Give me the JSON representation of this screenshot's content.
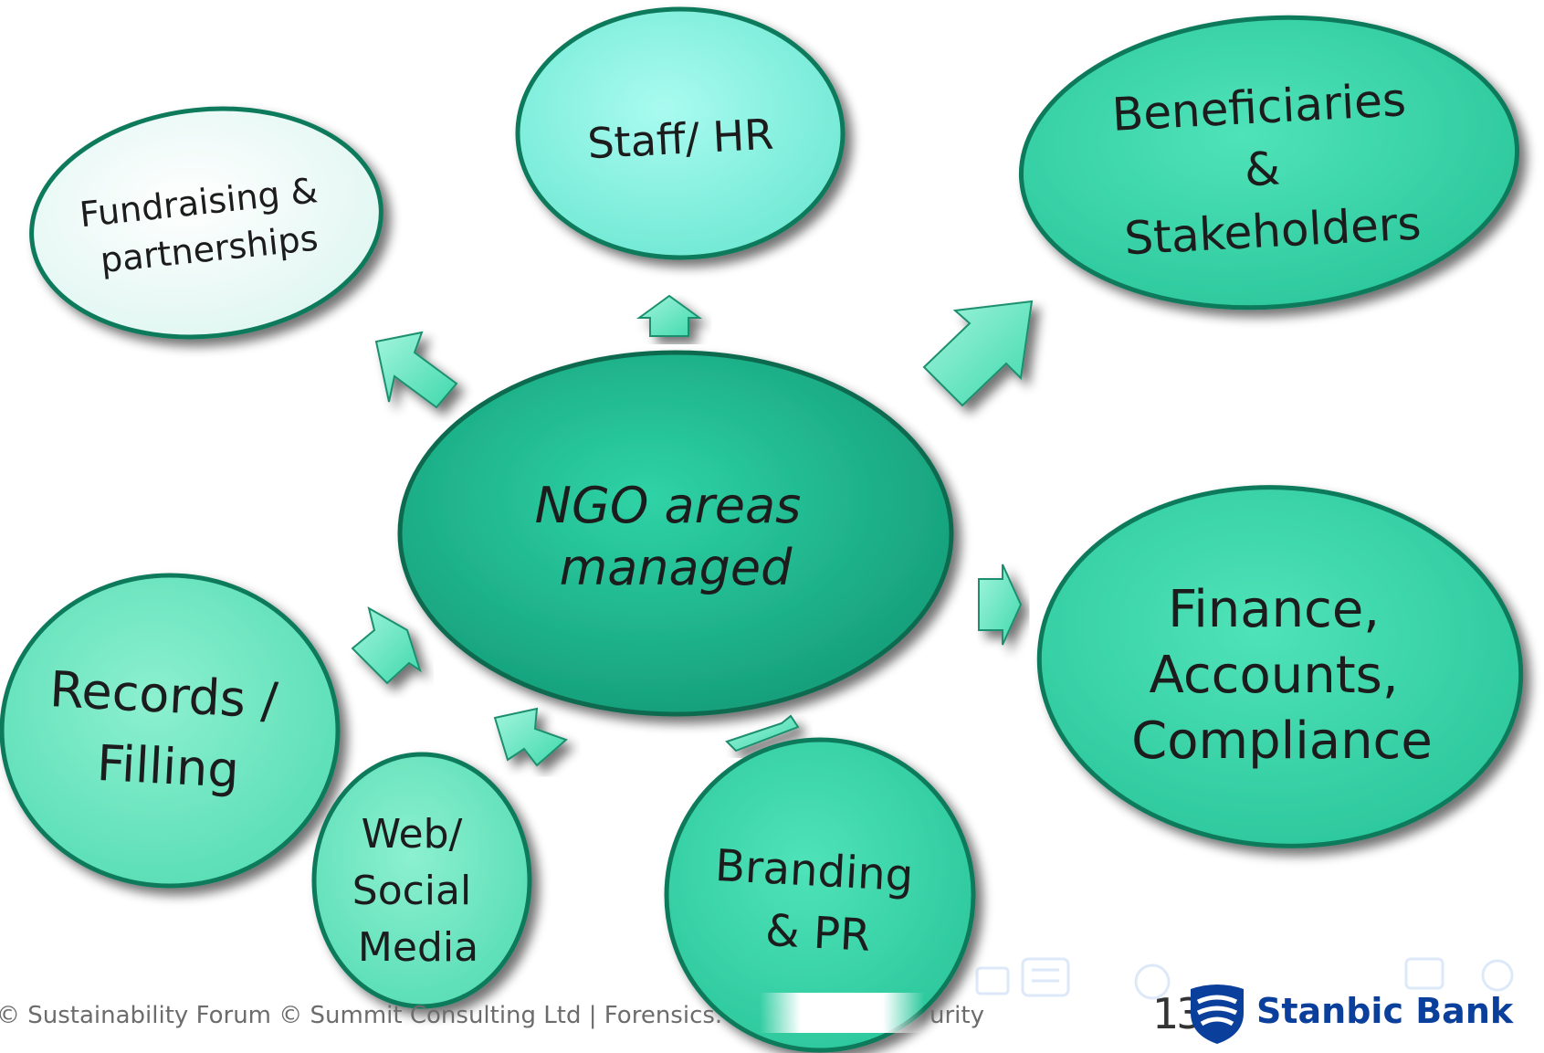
{
  "diagram": {
    "center": {
      "line1": "NGO areas",
      "line2": "managed"
    },
    "nodes": {
      "fundraising": {
        "line1": "Fundraising &",
        "line2": "partnerships"
      },
      "staff": {
        "line1": "Staff/ HR"
      },
      "beneficiaries": {
        "line1": "Beneficiaries",
        "line2": "&",
        "line3": "Stakeholders"
      },
      "finance": {
        "line1": "Finance,",
        "line2": "Accounts,",
        "line3": "Compliance"
      },
      "records": {
        "line1": "Records /",
        "line2": "Filling"
      },
      "web": {
        "line1": "Web/",
        "line2": "Social",
        "line3": "Media"
      },
      "branding": {
        "line1": "Branding",
        "line2": "& PR"
      }
    },
    "colors": {
      "center": "#1fb98d",
      "teal_mid": "#3fd5aa",
      "pale": "#e6fbf6",
      "cyan": "#8ff2e6",
      "arrow": "#5ee6c2"
    }
  },
  "footer": {
    "text": "© Sustainability Forum © Summit Consulting Ltd | Forensics.",
    "tail": "urity",
    "slide_number": "13",
    "brand": "Stanbic Bank",
    "brand_color": "#0a3f9c",
    "logo_icon": "stanbic-shield-icon"
  }
}
